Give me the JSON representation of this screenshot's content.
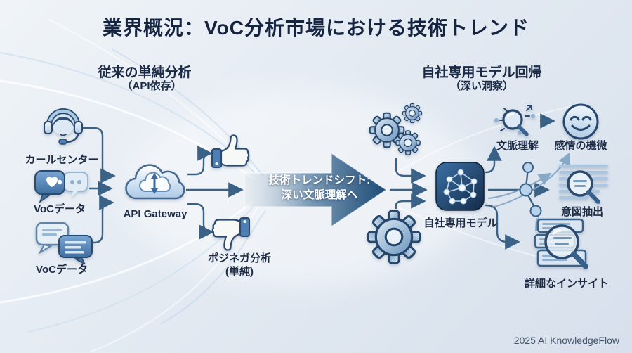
{
  "title": "業界概況：VoC分析市場における技術トレンド",
  "left_section": {
    "heading": "従来の単純分析",
    "subheading": "（API依存）",
    "sources": [
      {
        "label": "カールセンター",
        "icon": "headset-agent-icon"
      },
      {
        "label": "VoCデータ",
        "icon": "chat-heart-icon"
      },
      {
        "label": "VoCデータ",
        "icon": "chat-lines-icon"
      }
    ],
    "gateway": {
      "label": "API Gateway",
      "icon": "cloud-sync-icon"
    },
    "analysis": {
      "line1": "ポジネガ分析",
      "line2": "(単純)",
      "icons": [
        "thumbs-up-icon",
        "thumbs-down-icon"
      ]
    }
  },
  "center_arrow": {
    "line1": "技術トレンドシフト:",
    "line2": "深い文脈理解へ"
  },
  "right_section": {
    "heading": "自社専用モデル回帰",
    "subheading": "（深い洞察）",
    "gear_icons": [
      "gear-large-icon",
      "gear-small-icon",
      "gear-small-icon",
      "gear-large-icon"
    ],
    "model": {
      "label": "自社専用モデル",
      "icon": "neural-network-icon"
    },
    "outputs": [
      {
        "label": "文脈理解",
        "icon": "context-magnifier-icon"
      },
      {
        "label": "感情の機微",
        "icon": "sentiment-smiley-icon"
      },
      {
        "label": "意図抽出",
        "icon": "intent-extraction-icon"
      },
      {
        "label": "詳細なインサイト",
        "icon": "insight-documents-icon"
      }
    ]
  },
  "footer": {
    "credit": "2025 AI KnowledgeFlow"
  },
  "colors": {
    "background": "#e3eaf2",
    "title_text": "#152440",
    "label_text": "#1d2b45",
    "connector": "#3a6186",
    "arrow_gradient_end": "#1d4b76",
    "model_fill": "#16304f",
    "icon_blue": "#4d7fb5"
  }
}
